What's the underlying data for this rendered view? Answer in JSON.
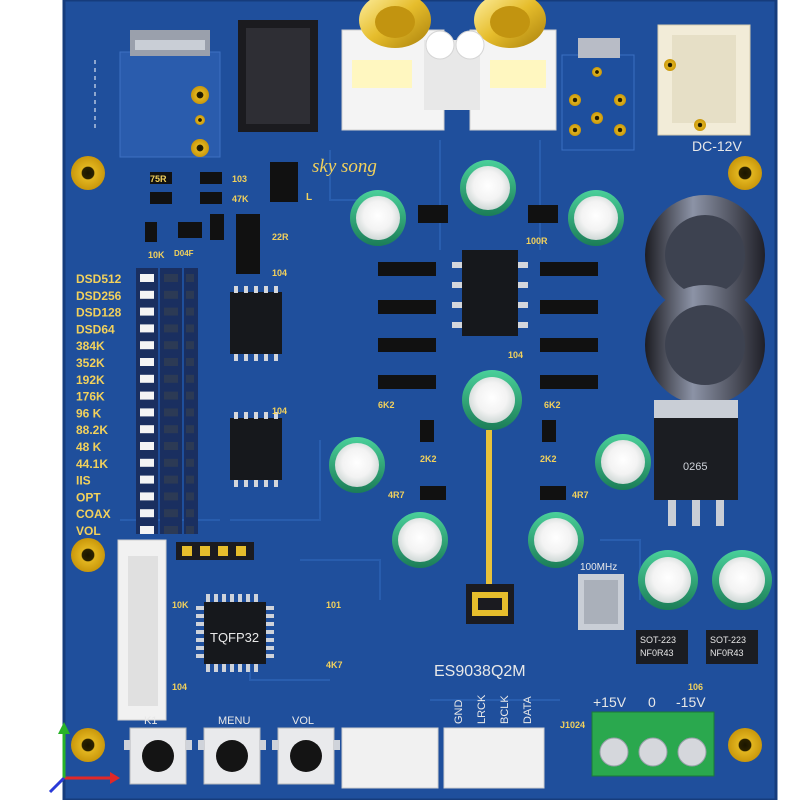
{
  "board": {
    "brand": "sky song",
    "chip_label": "ES9038Q2M",
    "power_label": "DC-12V",
    "qfp_label": "TQFP32",
    "regulator_label": "0265",
    "sot_label": "SOT-223",
    "sot_sub": "NF0R43",
    "osc_label": "100MHz"
  },
  "leds": {
    "labels": [
      "DSD512",
      "DSD256",
      "DSD128",
      "DSD64",
      "384K",
      "352K",
      "192K",
      "176K",
      "96 K",
      "88.2K",
      "48 K",
      "44.1K",
      "IIS",
      "OPT",
      "COAX",
      "VOL"
    ]
  },
  "buttons": {
    "labels": [
      "K1",
      "MENU",
      "VOL"
    ]
  },
  "i2s": {
    "pins": [
      "GND",
      "LRCK",
      "BCLK",
      "DATA"
    ]
  },
  "power_terminal": {
    "labels": [
      "+15V",
      "0",
      "-15V"
    ]
  },
  "component_text": {
    "r_75r": "75R",
    "r_10k": "10K",
    "r_104": "104",
    "r_103": "103",
    "r_47k": "47K",
    "r_22r": "22R",
    "r_4k7": "4K7",
    "r_6k2": "6K2",
    "r_2k2": "2K2",
    "r_4r7": "4R7",
    "r_106": "106",
    "r_100r": "100R",
    "c_101": "101",
    "j1024": "J1024",
    "l": "L",
    "c_104f": "D04F"
  }
}
